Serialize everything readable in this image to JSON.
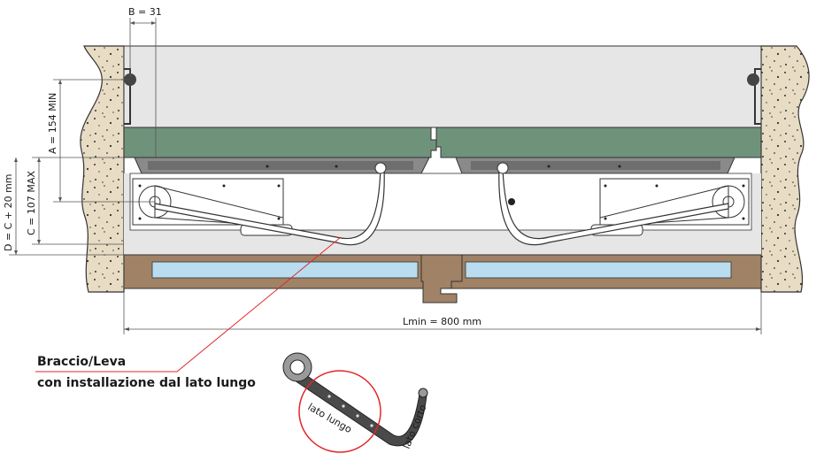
{
  "dimensions": {
    "b": "B = 31",
    "a": "A = 154 MIN",
    "c": "C = 107 MAX",
    "d": "D = C + 20 mm",
    "lmin": "Lmin = 800 mm"
  },
  "callout": {
    "line1": "Braccio/Leva",
    "line2": "con installazione dal lato lungo"
  },
  "arm_detail": {
    "long_side": "lato lungo",
    "short_side": "lato corto"
  },
  "colors": {
    "concrete": "#e8dcc4",
    "door_green": "#6f927b",
    "glass": "#b9dcef",
    "frame_brown": "#a08266",
    "callout_red": "#e2262b",
    "housing_grey": "#e6e6e6"
  }
}
